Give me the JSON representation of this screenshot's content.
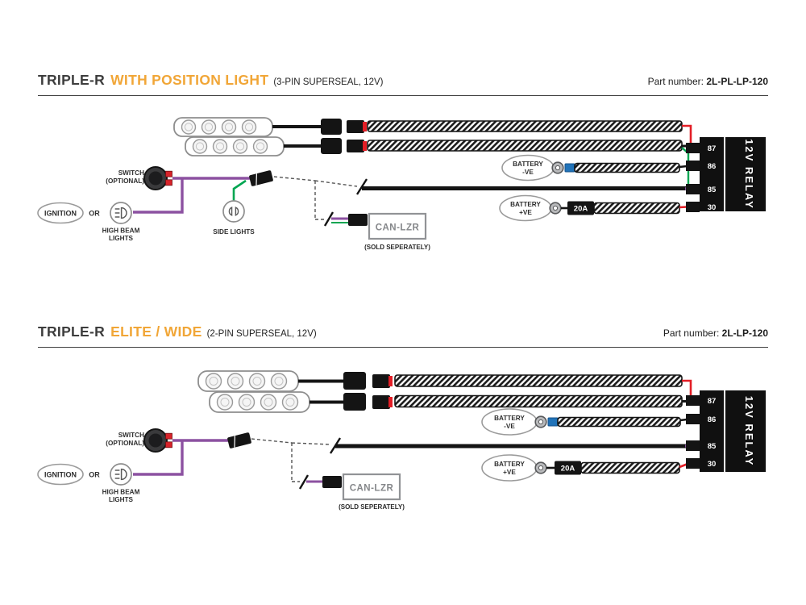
{
  "colors": {
    "accent_orange": "#f1a637",
    "wire_purple": "#8c51a1",
    "wire_green": "#00a551",
    "wire_red": "#e31e26",
    "connector_blue": "#2173b9",
    "relay_black": "#101010"
  },
  "header1": {
    "brand": "TRIPLE-R",
    "highlight": "WITH POSITION LIGHT",
    "note": "(3-PIN SUPERSEAL, 12V)",
    "part_label": "Part number:",
    "part_number": "2L-PL-LP-120"
  },
  "header2": {
    "brand": "TRIPLE-R",
    "highlight": "ELITE / WIDE",
    "note": "(2-PIN SUPERSEAL, 12V)",
    "part_label": "Part number:",
    "part_number": "2L-LP-120"
  },
  "d1": {
    "switch_l1": "SWITCH",
    "switch_l2": "(OPTIONAL)",
    "ignition": "IGNITION",
    "or": "OR",
    "high_beam_l1": "HIGH BEAM",
    "high_beam_l2": "LIGHTS",
    "side_lights": "SIDE LIGHTS",
    "bat_neg_l1": "BATTERY",
    "bat_neg_l2": "-VE",
    "bat_pos_l1": "BATTERY",
    "bat_pos_l2": "+VE",
    "fuse": "20A",
    "can": "CAN-LZR",
    "sold": "(SOLD SEPERATELY)",
    "relay": "12V RELAY",
    "pin87": "87",
    "pin86": "86",
    "pin85": "85",
    "pin30": "30"
  },
  "d2": {
    "switch_l1": "SWITCH",
    "switch_l2": "(OPTIONAL)",
    "ignition": "IGNITION",
    "or": "OR",
    "high_beam_l1": "HIGH BEAM",
    "high_beam_l2": "LIGHTS",
    "bat_neg_l1": "BATTERY",
    "bat_neg_l2": "-VE",
    "bat_pos_l1": "BATTERY",
    "bat_pos_l2": "+VE",
    "fuse": "20A",
    "can": "CAN-LZR",
    "sold": "(SOLD SEPERATELY)",
    "relay": "12V RELAY",
    "pin87": "87",
    "pin86": "86",
    "pin85": "85",
    "pin30": "30"
  }
}
